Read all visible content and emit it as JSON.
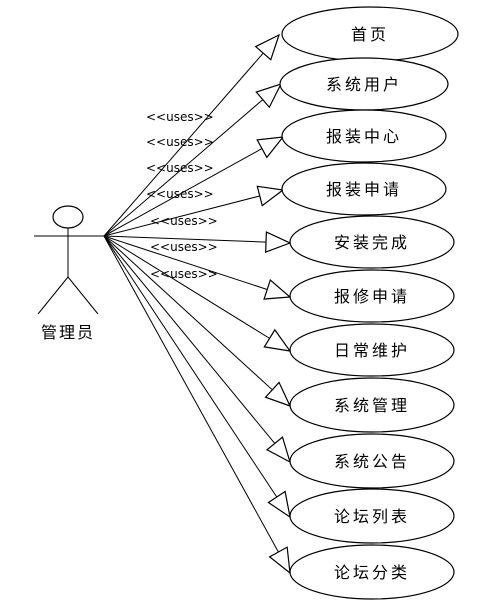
{
  "actor": {
    "label": "管理员"
  },
  "stereotype_label": "<<uses>>",
  "use_cases": [
    {
      "label": "首页"
    },
    {
      "label": "系统用户"
    },
    {
      "label": "报装中心"
    },
    {
      "label": "报装申请"
    },
    {
      "label": "安装完成"
    },
    {
      "label": "报修申请"
    },
    {
      "label": "日常维护"
    },
    {
      "label": "系统管理"
    },
    {
      "label": "系统公告"
    },
    {
      "label": "论坛列表"
    },
    {
      "label": "论坛分类"
    }
  ],
  "stereotypes": [
    {
      "label": "<<uses>>"
    },
    {
      "label": "<<uses>>"
    },
    {
      "label": "<<uses>>"
    },
    {
      "label": "<<uses>>"
    },
    {
      "label": "<<uses>>"
    },
    {
      "label": "<<uses>>"
    },
    {
      "label": "<<uses>>"
    }
  ]
}
